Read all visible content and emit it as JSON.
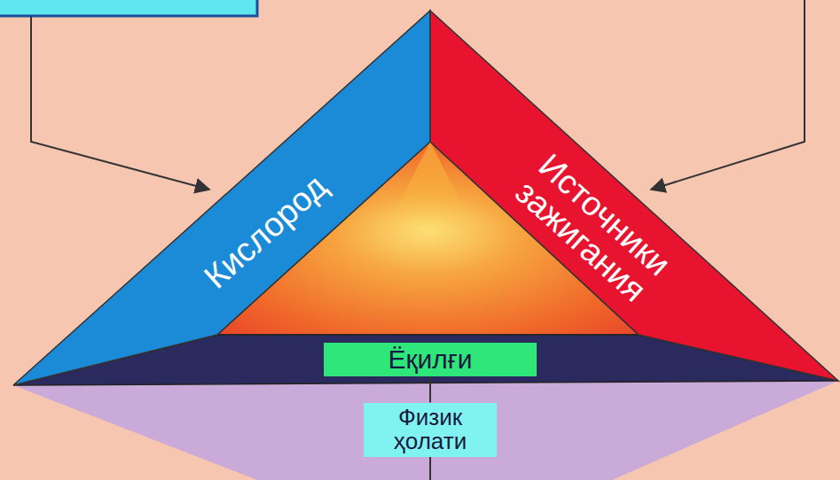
{
  "diagram": {
    "nodes": [
      {
        "text": [
          "Кислород"
        ]
      },
      {
        "text": [
          "Источники зажигания"
        ]
      },
      {
        "text": [
          "Ёқилғи"
        ]
      },
      {
        "text": [
          "Физик ҳолати"
        ]
      }
    ],
    "edges": [
      {
        "from": 2,
        "to": 3,
        "arrow": "none"
      }
    ]
  }
}
